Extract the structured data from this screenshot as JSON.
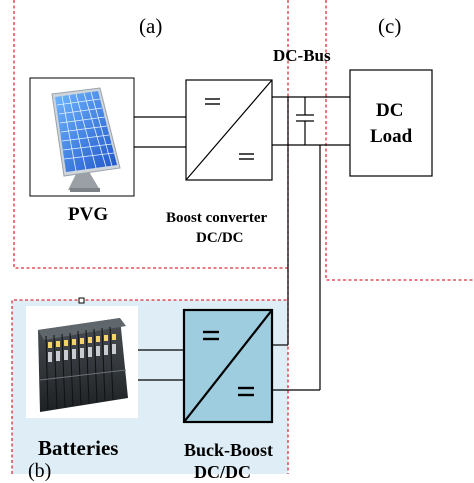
{
  "regions": {
    "a_label": "(a)",
    "b_label": "(b)",
    "c_label": "(c)"
  },
  "bus": {
    "label": "DC-Bus"
  },
  "blocks": {
    "pvg_label": "PVG",
    "boost_line1": "Boost converter",
    "boost_line2": "DC/DC",
    "load_line1": "DC",
    "load_line2": "Load",
    "batteries_label": "Batteries",
    "buckboost_line1": "Buck-Boost",
    "buckboost_line2": "DC/DC"
  },
  "colors": {
    "region_border": "#d9303a",
    "battery_panel_fill": "#dfeef6",
    "battery_panel_border": "#d9303a",
    "converter_fill": "#ffffff",
    "buckboost_fill": "#9fcde0",
    "wire": "#000000"
  },
  "icons": {
    "solar_panel": "solar-panel-icon",
    "battery_bank": "battery-bank-icon",
    "boost_converter": "dc-dc-converter-icon",
    "buck_boost_converter": "dc-dc-converter-icon",
    "capacitor": "capacitor-icon"
  }
}
